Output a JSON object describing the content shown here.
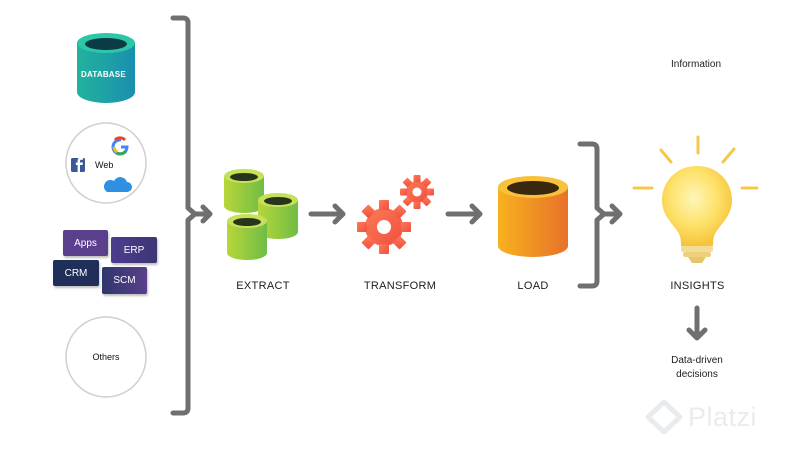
{
  "sources": {
    "database_label": "DATABASE",
    "web_label": "Web",
    "apps_label": "Apps",
    "erp_label": "ERP",
    "crm_label": "CRM",
    "scm_label": "SCM",
    "others_label": "Others"
  },
  "pipeline": {
    "extract_label": "EXTRACT",
    "transform_label": "TRANSFORM",
    "load_label": "LOAD",
    "insights_label": "INSIGHTS",
    "information_label": "Information",
    "decisions_line1": "Data-driven",
    "decisions_line2": "decisions"
  },
  "watermark": {
    "text": "Platzi"
  },
  "colors": {
    "arrow": "#777777",
    "database_teal": "#1fae9c",
    "extract_green": "#9ccc3c",
    "transform_orange": "#f3604a",
    "load_orange": "#f1a019",
    "bulb_yellow": "#fcd752",
    "box_purple": "#5a3f8c",
    "box_navy": "#1f2f5a"
  }
}
